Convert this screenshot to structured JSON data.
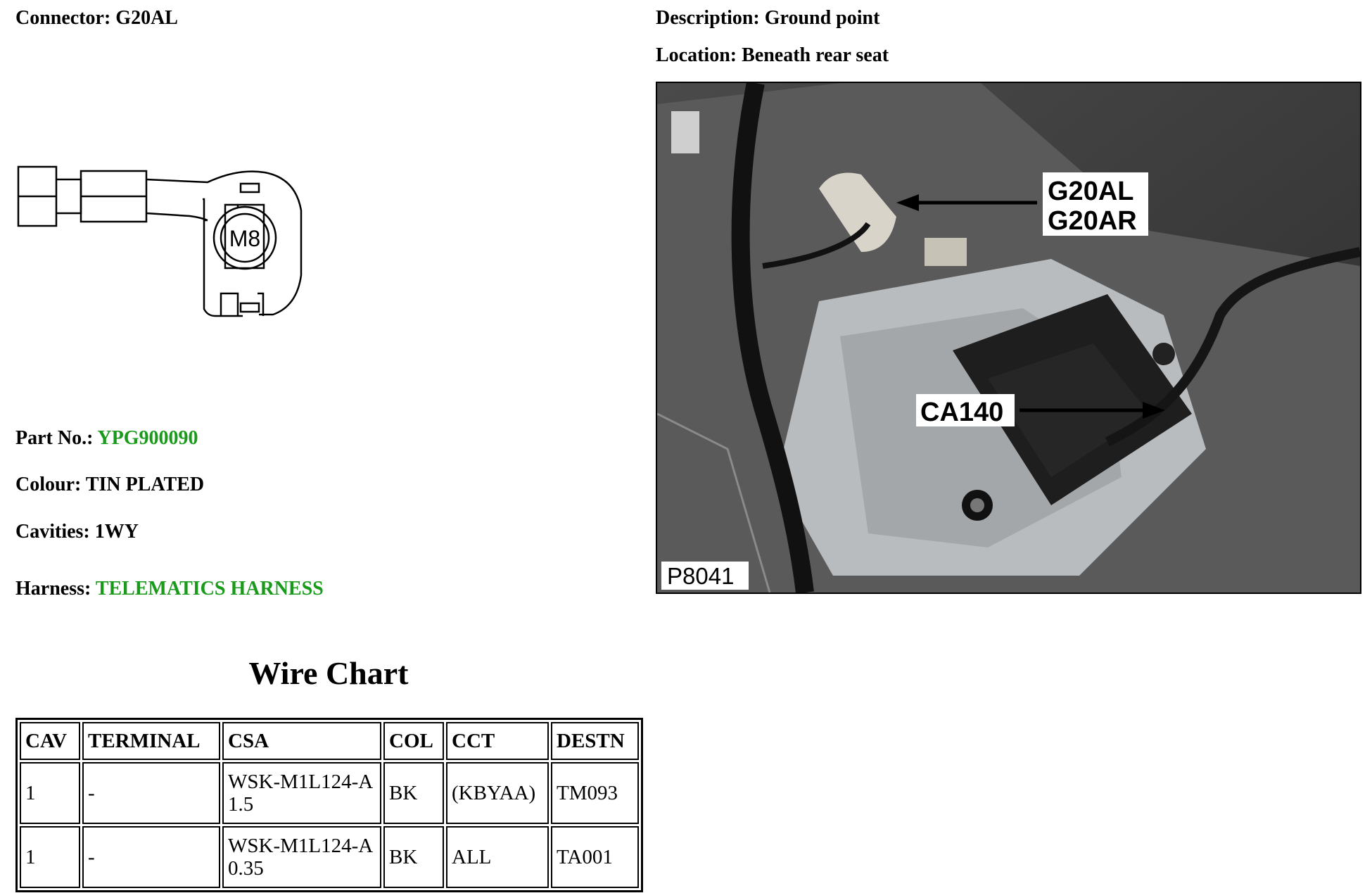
{
  "connector": {
    "label": "Connector:",
    "value": "G20AL"
  },
  "description": {
    "label": "Description:",
    "value": "Ground point"
  },
  "location": {
    "label": "Location:",
    "value": "Beneath rear seat"
  },
  "connector_diagram": {
    "marking": "M8"
  },
  "photo": {
    "callouts": [
      "G20AL",
      "G20AR",
      "CA140"
    ],
    "figure_id": "P8041"
  },
  "details": {
    "part_no_label": "Part No.:",
    "part_no": "YPG900090",
    "colour_label": "Colour:",
    "colour": "TIN PLATED",
    "cavities_label": "Cavities:",
    "cavities": "1WY",
    "harness_label": "Harness:",
    "harness": "TELEMATICS HARNESS"
  },
  "wire_chart": {
    "title": "Wire Chart",
    "columns": [
      "CAV",
      "TERMINAL",
      "CSA",
      "COL",
      "CCT",
      "DESTN"
    ],
    "rows": [
      [
        "1",
        "-",
        "WSK-M1L124-A 1.5",
        "BK",
        "(KBYAA)",
        "TM093"
      ],
      [
        "1",
        "-",
        "WSK-M1L124-A 0.35",
        "BK",
        "ALL",
        "TA001"
      ]
    ]
  },
  "colors": {
    "link_green": "#1a9a1a"
  }
}
